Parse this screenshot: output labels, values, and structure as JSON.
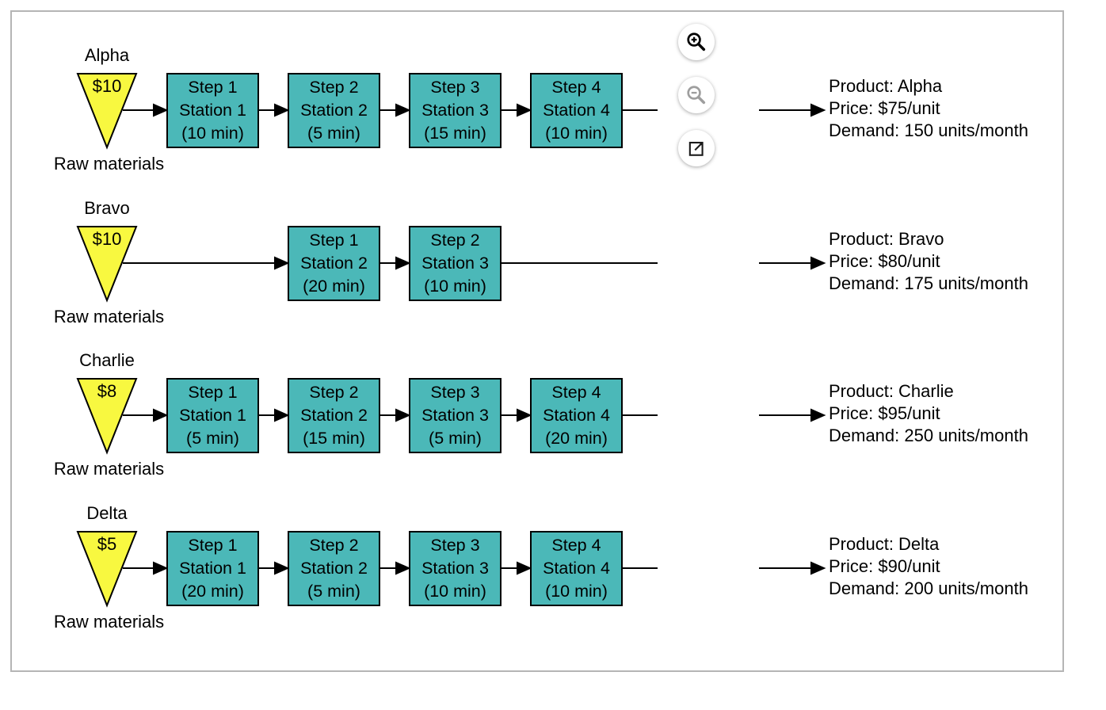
{
  "rows": [
    {
      "name": "Alpha",
      "raw_cost": "$10",
      "raw_label": "Raw materials",
      "steps": [
        {
          "step": "Step 1",
          "station": "Station 1",
          "time": "(10 min)"
        },
        {
          "step": "Step 2",
          "station": "Station 2",
          "time": "(5 min)"
        },
        {
          "step": "Step 3",
          "station": "Station 3",
          "time": "(15 min)"
        },
        {
          "step": "Step 4",
          "station": "Station 4",
          "time": "(10 min)"
        }
      ],
      "info": {
        "product": "Product: Alpha",
        "price": "Price: $75/unit",
        "demand": "Demand: 150 units/month"
      }
    },
    {
      "name": "Bravo",
      "raw_cost": "$10",
      "raw_label": "Raw materials",
      "steps": [
        {
          "step": "Step 1",
          "station": "Station 2",
          "time": "(20 min)"
        },
        {
          "step": "Step 2",
          "station": "Station 3",
          "time": "(10 min)"
        }
      ],
      "info": {
        "product": "Product: Bravo",
        "price": "Price: $80/unit",
        "demand": "Demand: 175 units/month"
      }
    },
    {
      "name": "Charlie",
      "raw_cost": "$8",
      "raw_label": "Raw materials",
      "steps": [
        {
          "step": "Step 1",
          "station": "Station 1",
          "time": "(5 min)"
        },
        {
          "step": "Step 2",
          "station": "Station 2",
          "time": "(15 min)"
        },
        {
          "step": "Step 3",
          "station": "Station 3",
          "time": "(5 min)"
        },
        {
          "step": "Step 4",
          "station": "Station 4",
          "time": "(20 min)"
        }
      ],
      "info": {
        "product": "Product: Charlie",
        "price": "Price: $95/unit",
        "demand": "Demand: 250 units/month"
      }
    },
    {
      "name": "Delta",
      "raw_cost": "$5",
      "raw_label": "Raw materials",
      "steps": [
        {
          "step": "Step 1",
          "station": "Station 1",
          "time": "(20 min)"
        },
        {
          "step": "Step 2",
          "station": "Station 2",
          "time": "(5 min)"
        },
        {
          "step": "Step 3",
          "station": "Station 3",
          "time": "(10 min)"
        },
        {
          "step": "Step 4",
          "station": "Station 4",
          "time": "(10 min)"
        }
      ],
      "info": {
        "product": "Product: Delta",
        "price": "Price: $90/unit",
        "demand": "Demand: 200 units/month"
      }
    }
  ],
  "controls": [
    {
      "icon": "zoom-in-icon"
    },
    {
      "icon": "zoom-out-icon"
    },
    {
      "icon": "open-in-new-window-icon"
    }
  ],
  "colors": {
    "box_fill": "#4bb8b8",
    "funnel_fill": "#f8f840",
    "stroke": "#000000",
    "frame_border": "#b5b5b5",
    "zoom_out_icon": "#9e9e9e"
  }
}
